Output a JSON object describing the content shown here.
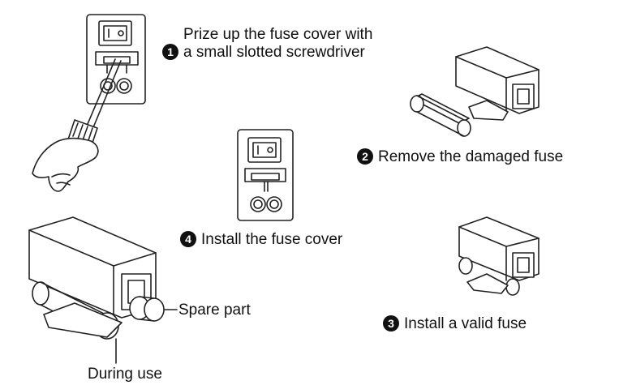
{
  "steps": [
    {
      "number": "1",
      "line1": "Prize up the fuse cover with",
      "line2": "a small slotted screwdriver"
    },
    {
      "number": "2",
      "text": "Remove the damaged fuse"
    },
    {
      "number": "3",
      "text": "Install a valid fuse"
    },
    {
      "number": "4",
      "text": "Install the fuse cover"
    }
  ],
  "labels": {
    "spare_part": "Spare part",
    "during_use": "During use"
  },
  "colors": {
    "line": "#222222",
    "background": "#ffffff"
  }
}
